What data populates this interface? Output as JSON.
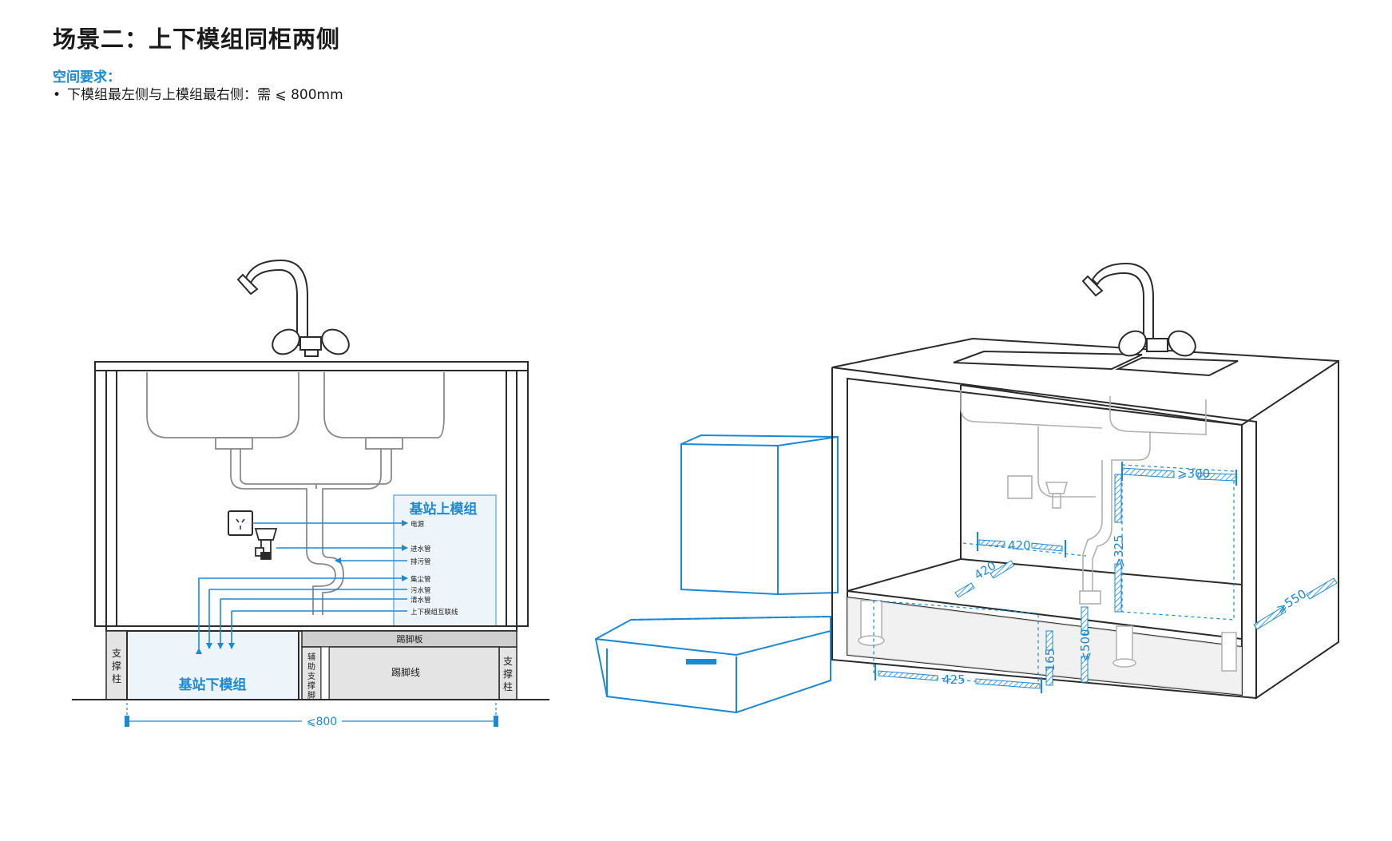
{
  "page": {
    "title": "场景二：上下模组同柜两侧",
    "requirement_label": "空间要求：",
    "requirement_bullet": "•",
    "requirement_text": "下模组最左侧与上模组最右侧：需 ⩽ 800mm"
  },
  "left_diagram": {
    "upper_module_title": "基站上模组",
    "lower_module_title": "基站下模组",
    "labels": [
      "电源",
      "进水管",
      "排污管",
      "集尘管",
      "污水管",
      "清水管",
      "上下模组互联线"
    ],
    "kickboard": "踢脚板",
    "kick_line": "踢脚线",
    "support_post_left": [
      "支",
      "撑",
      "柱"
    ],
    "support_post_right": [
      "支",
      "撑",
      "柱"
    ],
    "aux_support": [
      "辅",
      "助",
      "支",
      "撑",
      "脚"
    ],
    "width_dimension": "⩽800"
  },
  "right_diagram": {
    "dimensions": {
      "d300": "⩾300",
      "d325": "⩾325",
      "d420_w": "420",
      "d420_d": "420",
      "d550": "⩾550",
      "d500": "⩽500",
      "d165": "165",
      "d425": "425"
    }
  },
  "colors": {
    "accent": "#1a8ad6",
    "line": "#2b2b2b",
    "light_line": "#9a9a9a",
    "module_fill": "#eef5fa",
    "panel_fill": "#e4e4e4"
  }
}
